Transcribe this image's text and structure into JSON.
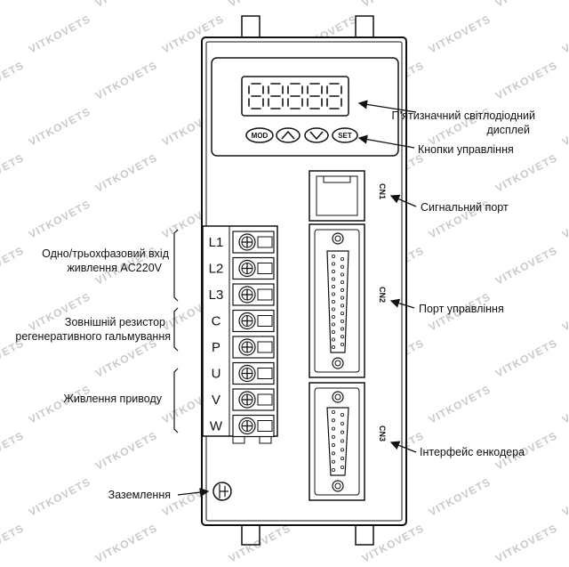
{
  "watermark": "VITKOVETS",
  "display": {
    "digits": "88888"
  },
  "buttons": [
    "MOD",
    "▲",
    "▼",
    "SET"
  ],
  "terminals": [
    "L1",
    "L2",
    "L3",
    "C",
    "P",
    "U",
    "V",
    "W"
  ],
  "ports": {
    "cn1": "CN1",
    "cn2": "CN2",
    "cn3": "CN3"
  },
  "callouts": {
    "display_line1": "П’ятизначний світлодіодний",
    "display_line2": "дисплей",
    "buttons": "Кнопки управління",
    "signal_port": "Сигнальний порт",
    "control_port": "Порт управління",
    "encoder": "Інтерфейс енкодера",
    "power_line1": "Одно/трьохфазовий вхід",
    "power_line2": "живлення AC220V",
    "resistor_line1": "Зовнішній резистор",
    "resistor_line2": "регенеративного гальмування",
    "drive_power": "Живлення приводу",
    "ground": "Заземлення"
  },
  "colors": {
    "line": "#111111",
    "watermark": "#c9c9c9"
  }
}
